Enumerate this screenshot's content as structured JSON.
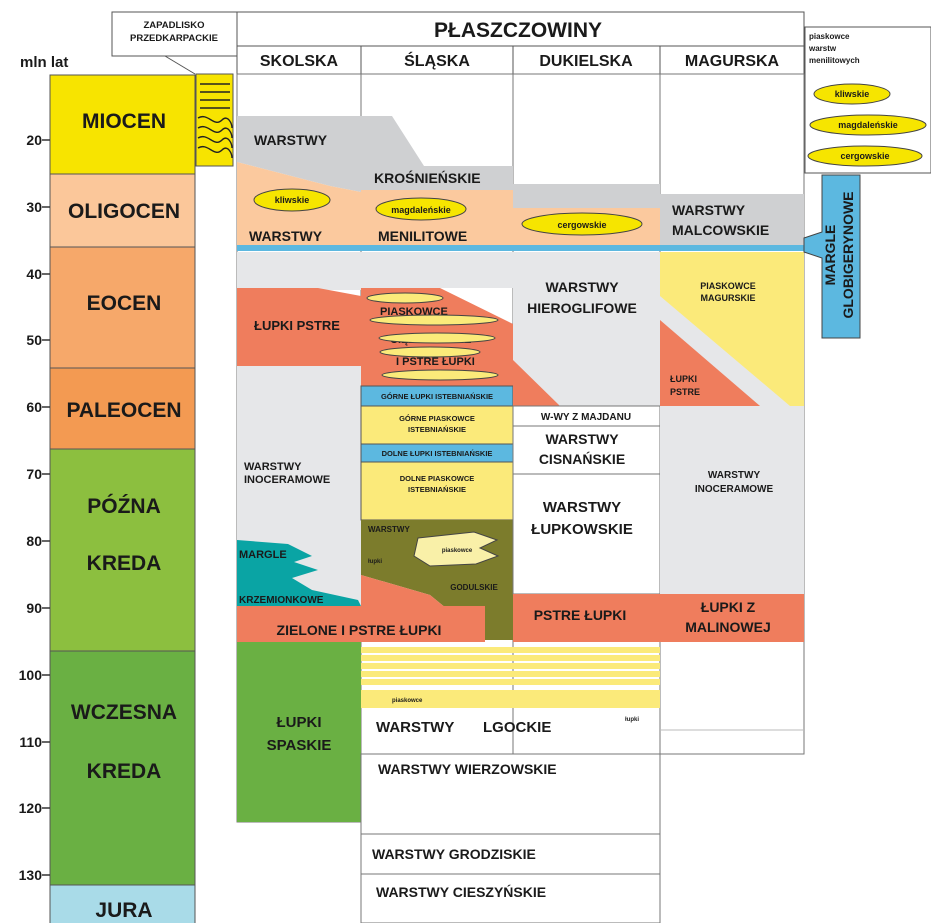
{
  "header": {
    "title": "PŁASZCZOWINY",
    "foredeep_line1": "ZAPADLISKO",
    "foredeep_line2": "PRZEDKARPACKIE",
    "axis_unit": "mln lat"
  },
  "units": [
    "SKOLSKA",
    "ŚLĄSKA",
    "DUKIELSKA",
    "MAGURSKA"
  ],
  "ticks": [
    "20",
    "30",
    "40",
    "50",
    "60",
    "70",
    "80",
    "90",
    "100",
    "110",
    "120",
    "130"
  ],
  "epochs": [
    {
      "lines": [
        "MIOCEN"
      ],
      "color": "#f7e400"
    },
    {
      "lines": [
        "OLIGOCEN"
      ],
      "color": "#fbc79a"
    },
    {
      "lines": [
        "EOCEN"
      ],
      "color": "#f6a86a"
    },
    {
      "lines": [
        "PALEOCEN"
      ],
      "color": "#f39a52"
    },
    {
      "lines": [
        "PÓŹNA",
        "KREDA"
      ],
      "color": "#8cbf3f"
    },
    {
      "lines": [
        "WCZESNA",
        "KREDA"
      ],
      "color": "#6ab043"
    },
    {
      "lines": [
        "JURA"
      ],
      "color": "#a9dbe8"
    }
  ],
  "legend": {
    "title_lines": [
      "piaskowce",
      "warstw",
      "menilitowych"
    ],
    "items": [
      "kliwskie",
      "magdaleńskie",
      "cergowskie"
    ]
  },
  "side_label": {
    "lines": [
      "MARGLE",
      "GLOBIGERYNOWE"
    ]
  },
  "skolska": {
    "warstwy_top": "WARSTWY",
    "kliwskie": "kliwskie",
    "warstwy_bottom": "WARSTWY",
    "lupki_pstre": "ŁUPKI PSTRE",
    "inoceramowe_1": "WARSTWY",
    "inoceramowe_2": "INOCERAMOWE",
    "margle": "MARGLE",
    "krzemionkowe": "KRZEMIONKOWE",
    "zielone": "ZIELONE I PSTRE ŁUPKI",
    "spaskie_1": "ŁUPKI",
    "spaskie_2": "SPASKIE"
  },
  "slaska": {
    "krosnienskie": "KROŚNIEŃSKIE",
    "magdalenskie": "magdaleńskie",
    "menilitowe": "MENILITOWE",
    "piaskowce": "PIASKOWCE",
    "ciezkowickie": "CIĘŻKOWICKIE",
    "pstre_lupki": "I PSTRE ŁUPKI",
    "gorne_lupki": "GÓRNE ŁUPKI ISTEBNIAŃSKIE",
    "gorne_piaskowce_1": "GÓRNE PIASKOWCE",
    "gorne_piaskowce_2": "ISTEBNIAŃSKIE",
    "dolne_lupki": "DOLNE ŁUPKI ISTEBNIAŃSKIE",
    "dolne_piaskowce_1": "DOLNE PIASKOWCE",
    "dolne_piaskowce_2": "ISTEBNIAŃSKIE",
    "godulskie_warstwy": "WARSTWY",
    "godulskie_piaskowce": "piaskowce",
    "godulskie_lupki": "łupki",
    "godulskie": "GODULSKIE",
    "lgockie_piaskowce": "piaskowce",
    "lgockie_1": "WARSTWY",
    "lgockie_2": "LGOCKIE",
    "lgockie_lupki": "łupki",
    "wierzowskie": "WARSTWY WIERZOWSKIE",
    "grodziskie": "WARSTWY GRODZISKIE",
    "cieszynskie": "WARSTWY CIESZYŃSKIE"
  },
  "dukielska": {
    "cergowskie": "cergowskie",
    "hieroglifowe_1": "WARSTWY",
    "hieroglifowe_2": "HIEROGLIFOWE",
    "majdanu": "W-WY Z MAJDANU",
    "cisnanskie_1": "WARSTWY",
    "cisnanskie_2": "CISNAŃSKIE",
    "lupkowskie_1": "WARSTWY",
    "lupkowskie_2": "ŁUPKOWSKIE",
    "pstre_lupki": "PSTRE ŁUPKI"
  },
  "magurska": {
    "malcowskie_1": "WARSTWY",
    "malcowskie_2": "MALCOWSKIE",
    "piaskowce_1": "PIASKOWCE",
    "piaskowce_2": "MAGURSKIE",
    "lupki_pstre_1": "ŁUPKI",
    "lupki_pstre_2": "PSTRE",
    "inoceramowe_1": "WARSTWY",
    "inoceramowe_2": "INOCERAMOWE",
    "malinowej_1": "ŁUPKI Z",
    "malinowej_2": "MALINOWEJ"
  },
  "colors": {
    "grey": "#cfd0d2",
    "light_grey": "#e6e7e9",
    "pale_orange": "#fbc99e",
    "red": "#ef7d5d",
    "yellow": "#fbea7a",
    "blue": "#5cb8e0",
    "teal": "#0aa4a4",
    "olive": "#7c7c2c",
    "green": "#6ab043",
    "cream": "#f9f0a8",
    "ellipse": "#f6e500"
  }
}
